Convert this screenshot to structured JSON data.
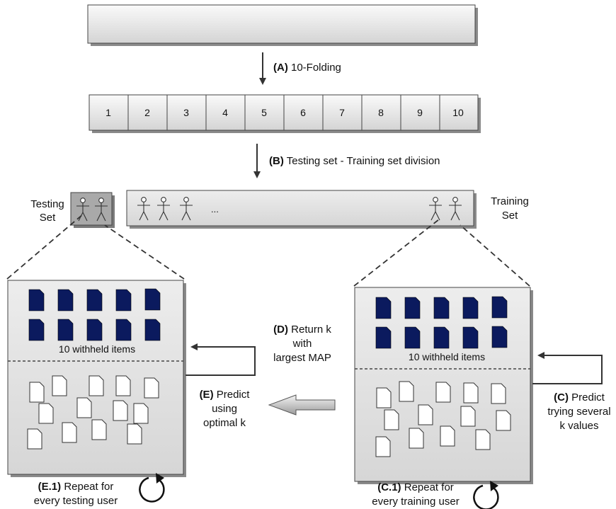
{
  "steps": {
    "a": {
      "tag": "(A)",
      "text": "10-Folding"
    },
    "b": {
      "tag": "(B)",
      "text": "Testing set - Training set division"
    },
    "c": {
      "tag": "(C)",
      "line1": "Predict",
      "line2": "trying several",
      "line3": "k values"
    },
    "c1": {
      "tag": "(C.1)",
      "line1": "Repeat for",
      "line2": "every training user"
    },
    "d": {
      "tag": "(D)",
      "line1": "Return k",
      "line2": "with",
      "line3": "largest MAP"
    },
    "e": {
      "tag": "(E)",
      "line1": "Predict",
      "line2": "using",
      "line3": "optimal k"
    },
    "e1": {
      "tag": "(E.1)",
      "line1": "Repeat for",
      "line2": "every testing user"
    }
  },
  "folds": [
    "1",
    "2",
    "3",
    "4",
    "5",
    "6",
    "7",
    "8",
    "9",
    "10"
  ],
  "testing_set": {
    "line1": "Testing",
    "line2": "Set"
  },
  "training_set": {
    "line1": "Training",
    "line2": "Set"
  },
  "ellipsis": "...",
  "withheld_label": "10 withheld items",
  "colors": {
    "withheld_item": "#0b1a5e",
    "panel": "#e2e2e2",
    "border": "#333333"
  }
}
